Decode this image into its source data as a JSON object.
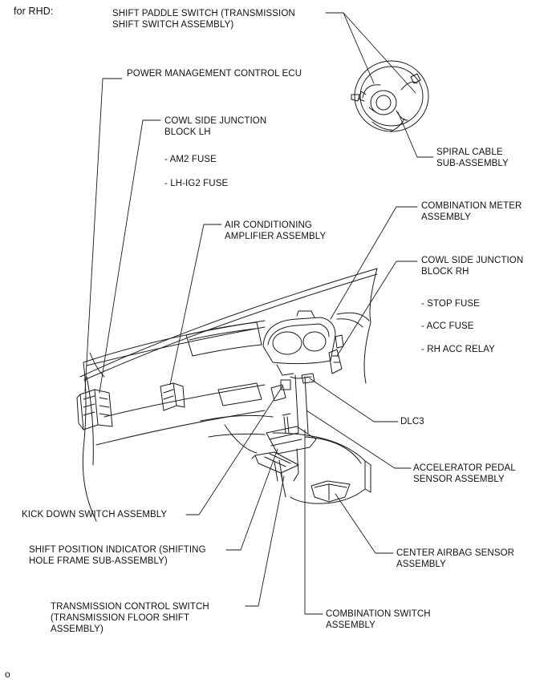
{
  "header": {
    "title": "for RHD:"
  },
  "footer": {
    "mark": "o"
  },
  "components": {
    "shift_paddle": {
      "line1": "SHIFT PADDLE SWITCH (TRANSMISSION",
      "line2": "SHIFT SWITCH ASSEMBLY)"
    },
    "power_mgmt_ecu": {
      "line1": "POWER MANAGEMENT CONTROL ECU"
    },
    "cowl_lh": {
      "line1": "COWL SIDE JUNCTION",
      "line2": "BLOCK LH",
      "items": [
        "- AM2 FUSE",
        "- LH-IG2 FUSE"
      ]
    },
    "spiral_cable": {
      "line1": "SPIRAL CABLE",
      "line2": "SUB-ASSEMBLY"
    },
    "combination_meter": {
      "line1": "COMBINATION METER",
      "line2": "ASSEMBLY"
    },
    "ac_amplifier": {
      "line1": "AIR CONDITIONING",
      "line2": "AMPLIFIER ASSEMBLY"
    },
    "cowl_rh": {
      "line1": "COWL SIDE JUNCTION",
      "line2": "BLOCK RH",
      "items": [
        "- STOP FUSE",
        "- ACC FUSE",
        "- RH ACC RELAY"
      ]
    },
    "dlc3": {
      "line1": "DLC3"
    },
    "accel_pedal": {
      "line1": "ACCELERATOR PEDAL",
      "line2": "SENSOR ASSEMBLY"
    },
    "kick_down": {
      "line1": "KICK DOWN SWITCH ASSEMBLY"
    },
    "shift_position": {
      "line1": "SHIFT POSITION INDICATOR (SHIFTING",
      "line2": "HOLE FRAME SUB-ASSEMBLY)"
    },
    "center_airbag": {
      "line1": "CENTER AIRBAG SENSOR",
      "line2": "ASSEMBLY"
    },
    "transmission_ctrl": {
      "line1": "TRANSMISSION CONTROL SWITCH",
      "line2": "(TRANSMISSION FLOOR SHIFT",
      "line3": "ASSEMBLY)"
    },
    "combination_switch": {
      "line1": "COMBINATION SWITCH",
      "line2": "ASSEMBLY"
    }
  }
}
